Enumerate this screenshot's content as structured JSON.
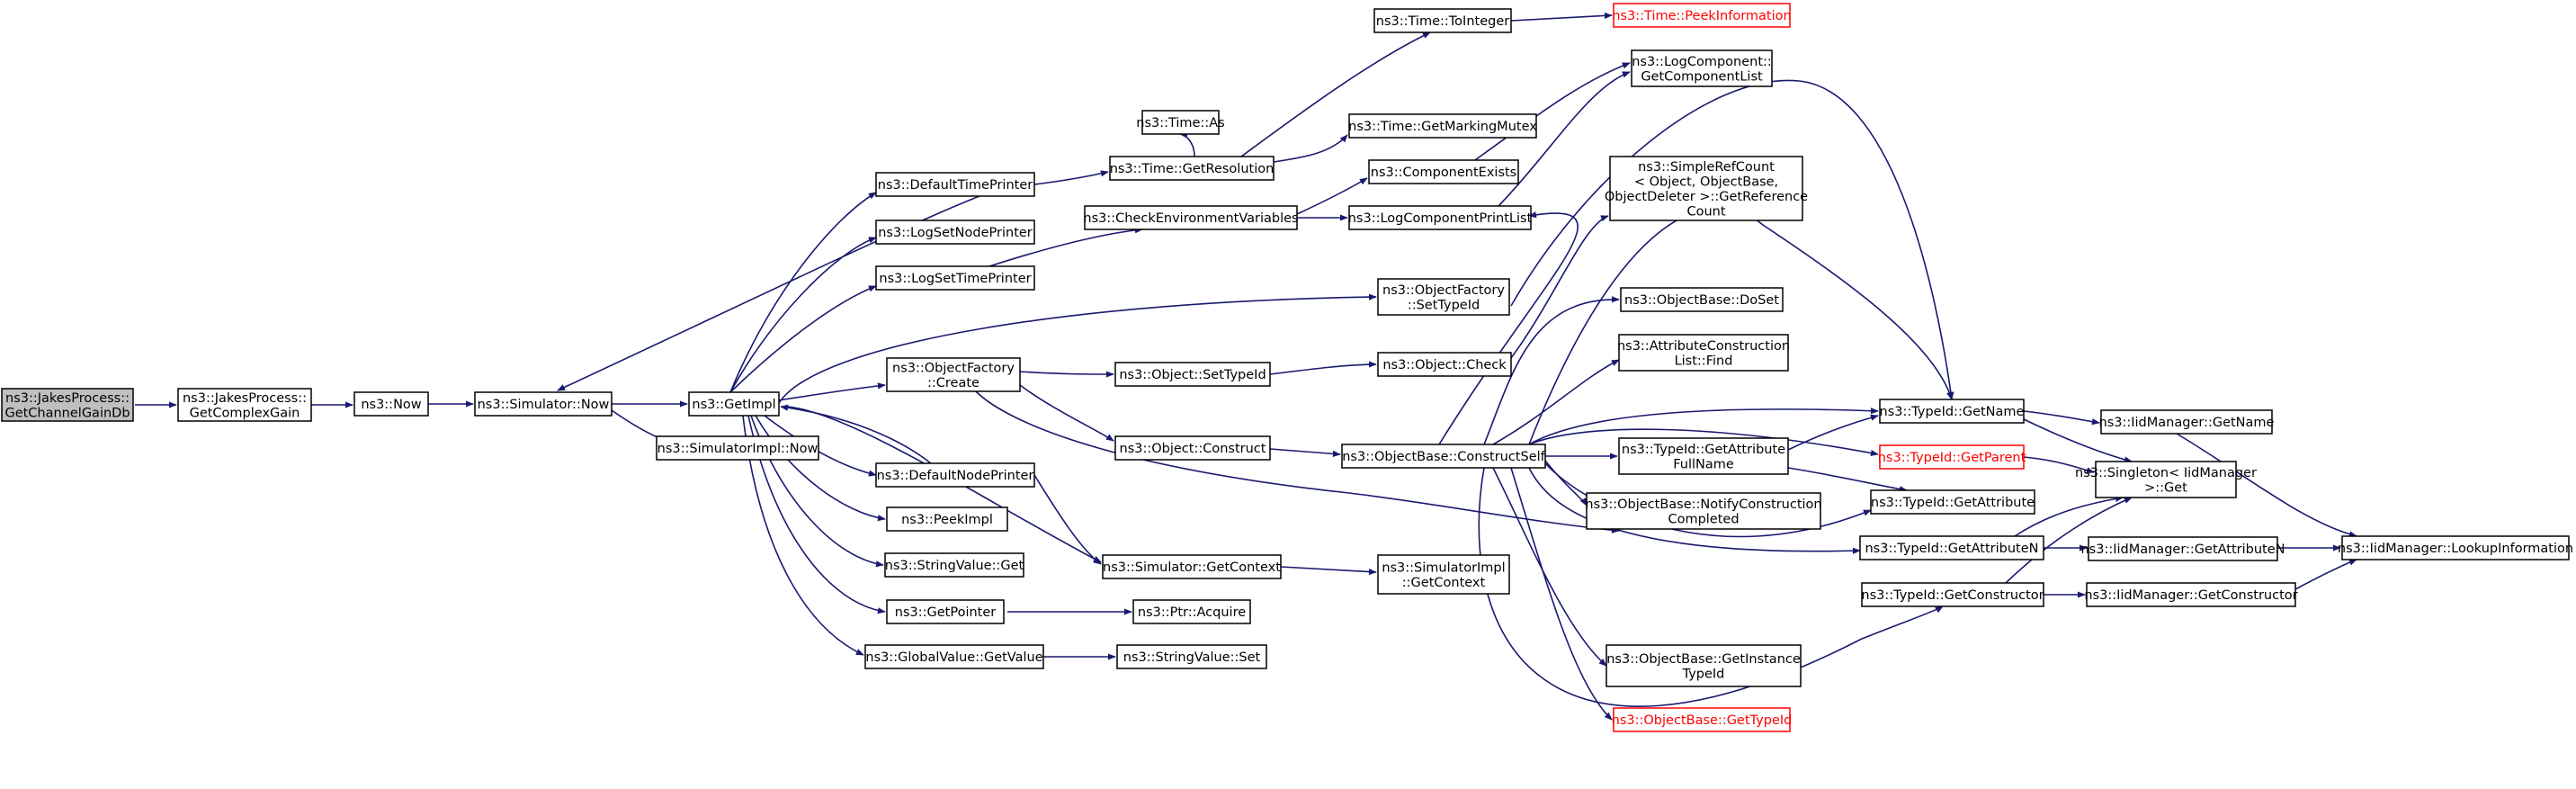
{
  "diagram": {
    "nodes": [
      {
        "id": "root",
        "lines": [
          "ns3::JakesProcess::",
          "GetChannelGainDb"
        ],
        "style": "root"
      },
      {
        "id": "gcg",
        "lines": [
          "ns3::JakesProcess::",
          "GetComplexGain"
        ]
      },
      {
        "id": "now",
        "lines": [
          "ns3::Now"
        ]
      },
      {
        "id": "simnow",
        "lines": [
          "ns3::Simulator::Now"
        ]
      },
      {
        "id": "getimpl",
        "lines": [
          "ns3::GetImpl"
        ]
      },
      {
        "id": "simimplnow",
        "lines": [
          "ns3::SimulatorImpl::Now"
        ]
      },
      {
        "id": "dtp",
        "lines": [
          "ns3::DefaultTimePrinter"
        ]
      },
      {
        "id": "lsnp",
        "lines": [
          "ns3::LogSetNodePrinter"
        ]
      },
      {
        "id": "lstp",
        "lines": [
          "ns3::LogSetTimePrinter"
        ]
      },
      {
        "id": "ofcreate",
        "lines": [
          "ns3::ObjectFactory",
          "::Create"
        ]
      },
      {
        "id": "dnp",
        "lines": [
          "ns3::DefaultNodePrinter"
        ]
      },
      {
        "id": "peekimpl",
        "lines": [
          "ns3::PeekImpl"
        ]
      },
      {
        "id": "svget",
        "lines": [
          "ns3::StringValue::Get"
        ]
      },
      {
        "id": "getptr",
        "lines": [
          "ns3::GetPointer"
        ]
      },
      {
        "id": "gvget",
        "lines": [
          "ns3::GlobalValue::GetValue"
        ]
      },
      {
        "id": "timeas",
        "lines": [
          "ns3::Time::As"
        ]
      },
      {
        "id": "timeres",
        "lines": [
          "ns3::Time::GetResolution"
        ]
      },
      {
        "id": "cev",
        "lines": [
          "ns3::CheckEnvironmentVariables"
        ]
      },
      {
        "id": "objsettid",
        "lines": [
          "ns3::Object::SetTypeId"
        ]
      },
      {
        "id": "objconstruct",
        "lines": [
          "ns3::Object::Construct"
        ]
      },
      {
        "id": "simgetctx",
        "lines": [
          "ns3::Simulator::GetContext"
        ]
      },
      {
        "id": "ptracq",
        "lines": [
          "ns3::Ptr::Acquire"
        ]
      },
      {
        "id": "svset",
        "lines": [
          "ns3::StringValue::Set"
        ]
      },
      {
        "id": "toint",
        "lines": [
          "ns3::Time::ToInteger"
        ]
      },
      {
        "id": "gmm",
        "lines": [
          "ns3::Time::GetMarkingMutex"
        ]
      },
      {
        "id": "compexists",
        "lines": [
          "ns3::ComponentExists"
        ]
      },
      {
        "id": "lcpl",
        "lines": [
          "ns3::LogComponentPrintList"
        ]
      },
      {
        "id": "ofsettid",
        "lines": [
          "ns3::ObjectFactory",
          "::SetTypeId"
        ]
      },
      {
        "id": "objcheck",
        "lines": [
          "ns3::Object::Check"
        ]
      },
      {
        "id": "obcs",
        "lines": [
          "ns3::ObjectBase::ConstructSelf"
        ]
      },
      {
        "id": "simimplctx",
        "lines": [
          "ns3::SimulatorImpl",
          "::GetContext"
        ]
      },
      {
        "id": "peekinfo",
        "lines": [
          "ns3::Time::PeekInformation"
        ],
        "style": "red"
      },
      {
        "id": "lcgcl",
        "lines": [
          "ns3::LogComponent::",
          "GetComponentList"
        ]
      },
      {
        "id": "srcgrc",
        "lines": [
          "ns3::SimpleRefCount",
          "< Object, ObjectBase,",
          "ObjectDeleter >::GetReference",
          "Count"
        ]
      },
      {
        "id": "obdoset",
        "lines": [
          "ns3::ObjectBase::DoSet"
        ]
      },
      {
        "id": "aclfind",
        "lines": [
          "ns3::AttributeConstruction",
          "List::Find"
        ]
      },
      {
        "id": "tidgafn",
        "lines": [
          "ns3::TypeId::GetAttribute",
          "FullName"
        ]
      },
      {
        "id": "obnotify",
        "lines": [
          "ns3::ObjectBase::NotifyConstruction",
          "Completed"
        ]
      },
      {
        "id": "obgitid",
        "lines": [
          "ns3::ObjectBase::GetInstance",
          "TypeId"
        ]
      },
      {
        "id": "obgettid",
        "lines": [
          "ns3::ObjectBase::GetTypeId"
        ],
        "style": "red"
      },
      {
        "id": "tidgetname",
        "lines": [
          "ns3::TypeId::GetName"
        ]
      },
      {
        "id": "tidgetparent",
        "lines": [
          "ns3::TypeId::GetParent"
        ],
        "style": "red"
      },
      {
        "id": "tidgetattr",
        "lines": [
          "ns3::TypeId::GetAttribute"
        ]
      },
      {
        "id": "tidgetattrn",
        "lines": [
          "ns3::TypeId::GetAttributeN"
        ]
      },
      {
        "id": "tidgetctor",
        "lines": [
          "ns3::TypeId::GetConstructor"
        ]
      },
      {
        "id": "iidgetname",
        "lines": [
          "ns3::IidManager::GetName"
        ]
      },
      {
        "id": "singleton",
        "lines": [
          "ns3::Singleton< IidManager",
          ">::Get"
        ]
      },
      {
        "id": "iidgetattrn",
        "lines": [
          "ns3::IidManager::GetAttributeN"
        ]
      },
      {
        "id": "iidgetctor",
        "lines": [
          "ns3::IidManager::GetConstructor"
        ]
      },
      {
        "id": "lookup",
        "lines": [
          "ns3::IidManager::LookupInformation"
        ]
      }
    ]
  }
}
